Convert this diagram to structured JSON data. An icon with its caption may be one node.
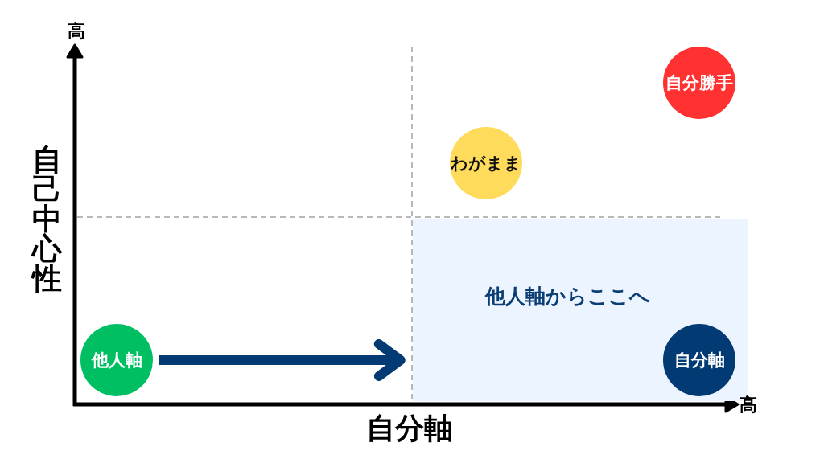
{
  "diagram": {
    "nodes": [
      {
        "text": [
          "自分勝手"
        ]
      },
      {
        "text": [
          "わがまま"
        ]
      },
      {
        "text": [
          "他人軸からここへ"
        ]
      },
      {
        "text": [
          "他人軸"
        ]
      },
      {
        "text": [
          "自分軸"
        ],
        "in": 2
      }
    ],
    "edges": [
      {
        "from": 3,
        "to": 2,
        "arrow": "to",
        "color": "#023b73"
      }
    ],
    "labels": [
      "高",
      "自己中心性",
      "高",
      "自分軸"
    ]
  }
}
